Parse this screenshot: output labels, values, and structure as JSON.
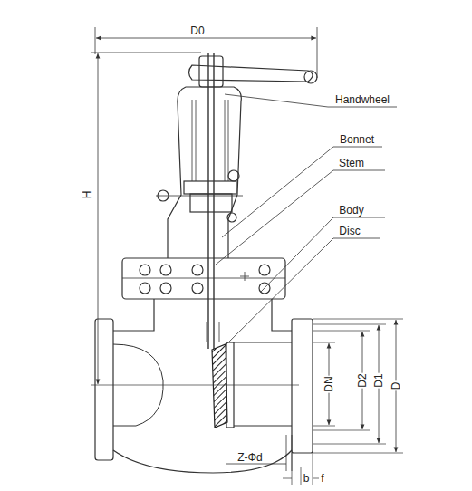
{
  "diagram": {
    "labels": [
      "D0",
      "H",
      "Handwheel",
      "Bonnet",
      "Stem",
      "Body",
      "Disc",
      "DN",
      "D2",
      "D1",
      "D",
      "Z-Φd",
      "b",
      "f"
    ]
  }
}
